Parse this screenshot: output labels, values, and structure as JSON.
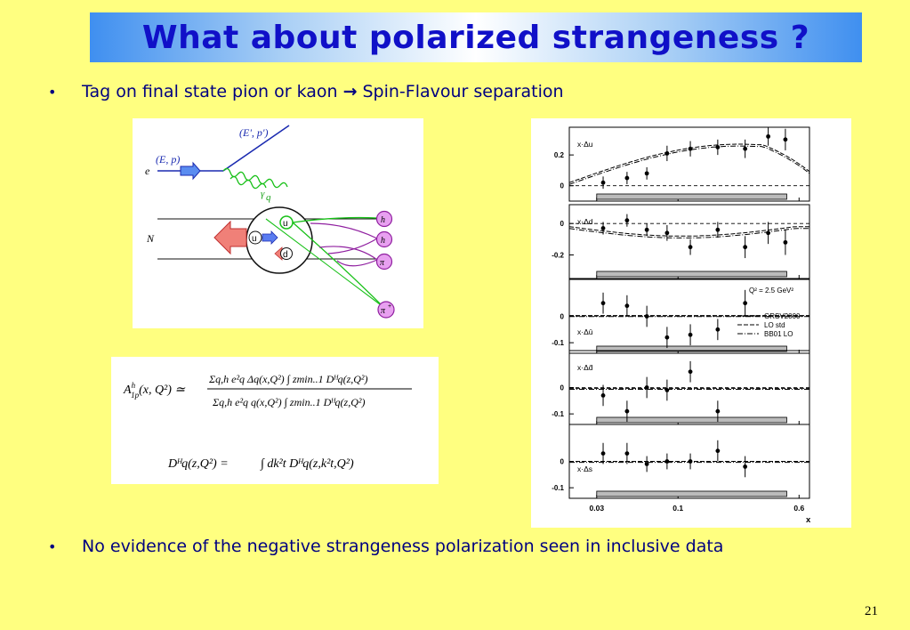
{
  "slide": {
    "title": "What about polarized strangeness ?",
    "bullet_char": "•",
    "bullet1_pre": "Tag on final state pion or kaon",
    "bullet1_arrow": "→",
    "bullet1_post": "Spin-Flavour separation",
    "bullet2": "No evidence of the negative strangeness polarization seen in inclusive data",
    "page_number": "21"
  },
  "diagram": {
    "beam_in": "(E, p)",
    "beam_out": "(E', p')",
    "electron": "e",
    "photon": "γ",
    "virtual_q": "q",
    "nucleon": "N",
    "quark_u_in": "u",
    "quark_u_struck": "u",
    "quark_d": "d",
    "hadrons": [
      "h",
      "h",
      "π",
      "π"
    ],
    "hadron_plus": "+"
  },
  "formula": {
    "asym_lhs": "A",
    "asym_sup": "h",
    "asym_sub": "1p",
    "asym_args": "(x, Q²) ≃",
    "num": "Σq,h e²q Δq(x,Q²) ∫ zmin..1 Dᴴq(z,Q²)",
    "den": "Σq,h e²q q(x,Q²) ∫ zmin..1 Dᴴq(z,Q²)",
    "frag_lhs": "Dᴴq(z,Q²) =",
    "frag_rhs": "∫ dk²t Dᴴq(z,k²t,Q²)"
  },
  "chart_data": {
    "type": "scatter",
    "xscale": "log",
    "xlabel": "x",
    "xticks": [
      "0.03",
      "0.1",
      "0.6"
    ],
    "xlim": [
      0.02,
      0.7
    ],
    "annotation": "Q² = 2.5 GeV²",
    "legend": {
      "placement": "middle-right",
      "entries": [
        "GRSV2000",
        "LO std",
        "BB01 LO"
      ]
    },
    "panels": [
      {
        "label": "x·Δu",
        "yticks": [
          "0.2",
          "0"
        ],
        "ylim": [
          -0.1,
          0.38
        ],
        "points": [
          {
            "x": 0.033,
            "y": 0.02,
            "err": 0.04
          },
          {
            "x": 0.047,
            "y": 0.05,
            "err": 0.04
          },
          {
            "x": 0.063,
            "y": 0.08,
            "err": 0.04
          },
          {
            "x": 0.085,
            "y": 0.21,
            "err": 0.05
          },
          {
            "x": 0.12,
            "y": 0.24,
            "err": 0.05
          },
          {
            "x": 0.18,
            "y": 0.25,
            "err": 0.05
          },
          {
            "x": 0.27,
            "y": 0.24,
            "err": 0.06
          },
          {
            "x": 0.38,
            "y": 0.32,
            "err": 0.06
          },
          {
            "x": 0.49,
            "y": 0.3,
            "err": 0.07
          }
        ]
      },
      {
        "label": "x·Δd",
        "yticks": [
          "0",
          "-0.2"
        ],
        "ylim": [
          -0.35,
          0.12
        ],
        "points": [
          {
            "x": 0.033,
            "y": -0.03,
            "err": 0.04
          },
          {
            "x": 0.047,
            "y": 0.02,
            "err": 0.04
          },
          {
            "x": 0.063,
            "y": -0.04,
            "err": 0.04
          },
          {
            "x": 0.085,
            "y": -0.06,
            "err": 0.05
          },
          {
            "x": 0.12,
            "y": -0.15,
            "err": 0.05
          },
          {
            "x": 0.18,
            "y": -0.04,
            "err": 0.05
          },
          {
            "x": 0.27,
            "y": -0.15,
            "err": 0.07
          },
          {
            "x": 0.38,
            "y": -0.06,
            "err": 0.07
          },
          {
            "x": 0.49,
            "y": -0.12,
            "err": 0.08
          }
        ]
      },
      {
        "label": "x·Δū",
        "yticks": [
          "0",
          "-0.1"
        ],
        "ylim": [
          -0.14,
          0.14
        ],
        "points": [
          {
            "x": 0.033,
            "y": 0.05,
            "err": 0.04
          },
          {
            "x": 0.047,
            "y": 0.04,
            "err": 0.04
          },
          {
            "x": 0.063,
            "y": 0.0,
            "err": 0.04
          },
          {
            "x": 0.085,
            "y": -0.08,
            "err": 0.04
          },
          {
            "x": 0.12,
            "y": -0.07,
            "err": 0.04
          },
          {
            "x": 0.18,
            "y": -0.05,
            "err": 0.04
          },
          {
            "x": 0.27,
            "y": 0.05,
            "err": 0.05
          }
        ]
      },
      {
        "label": "x·Δd̄",
        "yticks": [
          "0",
          "-0.1"
        ],
        "ylim": [
          -0.14,
          0.14
        ],
        "points": [
          {
            "x": 0.033,
            "y": -0.03,
            "err": 0.04
          },
          {
            "x": 0.047,
            "y": -0.09,
            "err": 0.04
          },
          {
            "x": 0.063,
            "y": 0.0,
            "err": 0.04
          },
          {
            "x": 0.085,
            "y": -0.01,
            "err": 0.04
          },
          {
            "x": 0.12,
            "y": 0.06,
            "err": 0.04
          },
          {
            "x": 0.18,
            "y": -0.09,
            "err": 0.04
          }
        ]
      },
      {
        "label": "x·Δs",
        "yticks": [
          "0",
          "-0.1"
        ],
        "ylim": [
          -0.14,
          0.14
        ],
        "points": [
          {
            "x": 0.033,
            "y": 0.03,
            "err": 0.04
          },
          {
            "x": 0.047,
            "y": 0.03,
            "err": 0.04
          },
          {
            "x": 0.063,
            "y": -0.01,
            "err": 0.03
          },
          {
            "x": 0.085,
            "y": 0.0,
            "err": 0.03
          },
          {
            "x": 0.12,
            "y": 0.0,
            "err": 0.03
          },
          {
            "x": 0.18,
            "y": 0.04,
            "err": 0.04
          },
          {
            "x": 0.27,
            "y": -0.02,
            "err": 0.04
          }
        ]
      }
    ]
  }
}
